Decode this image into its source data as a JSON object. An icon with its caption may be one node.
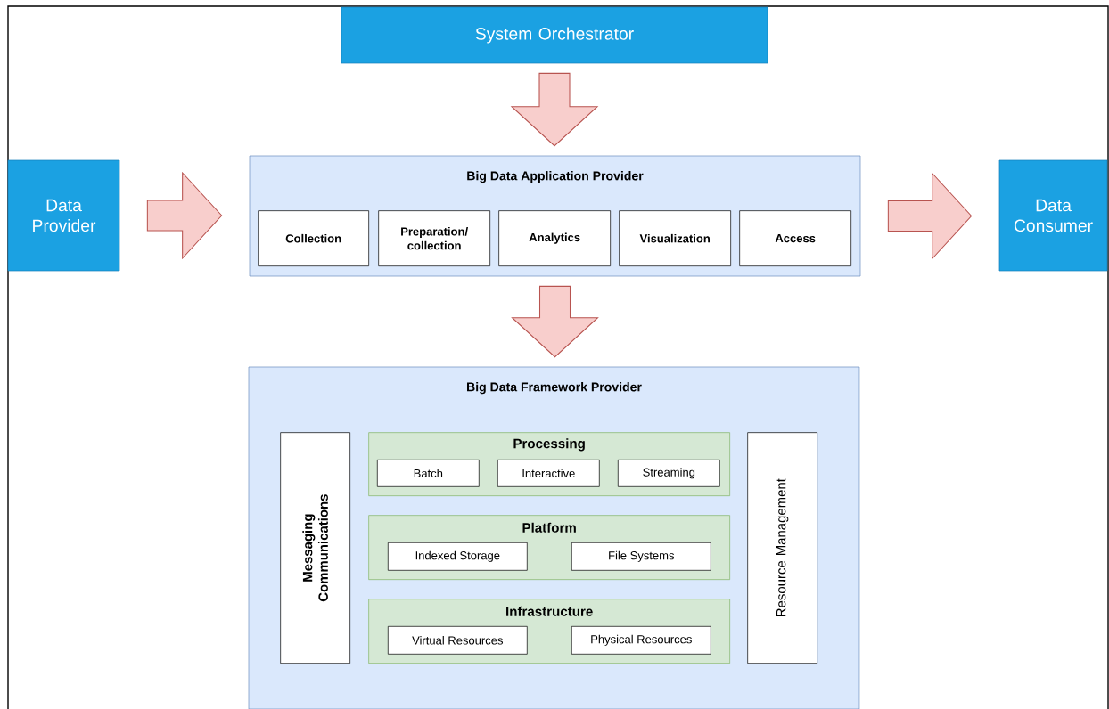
{
  "diagram": {
    "nodes": [
      {
        "text": [
          "System Orchestrator"
        ]
      },
      {
        "text": [
          "Data Provider"
        ]
      },
      {
        "text": [
          "Big Data Application Provider"
        ]
      },
      {
        "text": [
          "Collection"
        ],
        "in": 2
      },
      {
        "text": [
          "Preparation/ collection"
        ],
        "in": 2
      },
      {
        "text": [
          "Analytics"
        ],
        "in": 2
      },
      {
        "text": [
          "Visualization"
        ],
        "in": 2
      },
      {
        "text": [
          "Access"
        ],
        "in": 2
      },
      {
        "text": [
          "Data Consumer"
        ]
      },
      {
        "text": [
          "Big Data Framework Provider"
        ]
      },
      {
        "text": [
          "Messaging Communications"
        ],
        "in": 9
      },
      {
        "text": [
          "Processing"
        ],
        "in": 9
      },
      {
        "text": [
          "Batch"
        ],
        "in": 11
      },
      {
        "text": [
          "Interactive"
        ],
        "in": 11
      },
      {
        "text": [
          "Streaming"
        ],
        "in": 11
      },
      {
        "text": [
          "Platform"
        ],
        "in": 9
      },
      {
        "text": [
          "Indexed Storage"
        ],
        "in": 15
      },
      {
        "text": [
          "File Systems"
        ],
        "in": 15
      },
      {
        "text": [
          "Infrastructure"
        ],
        "in": 9
      },
      {
        "text": [
          "Virtual Resources"
        ],
        "in": 18
      },
      {
        "text": [
          "Physical Resources"
        ],
        "in": 18
      },
      {
        "text": [
          "Resource Management"
        ],
        "in": 9
      }
    ],
    "edges": [
      {
        "from": 0,
        "to": 2,
        "arrow": "to"
      },
      {
        "from": 1,
        "to": 2,
        "arrow": "to"
      },
      {
        "from": 2,
        "to": 8,
        "arrow": "to"
      },
      {
        "from": 2,
        "to": 9,
        "arrow": "to"
      }
    ]
  }
}
